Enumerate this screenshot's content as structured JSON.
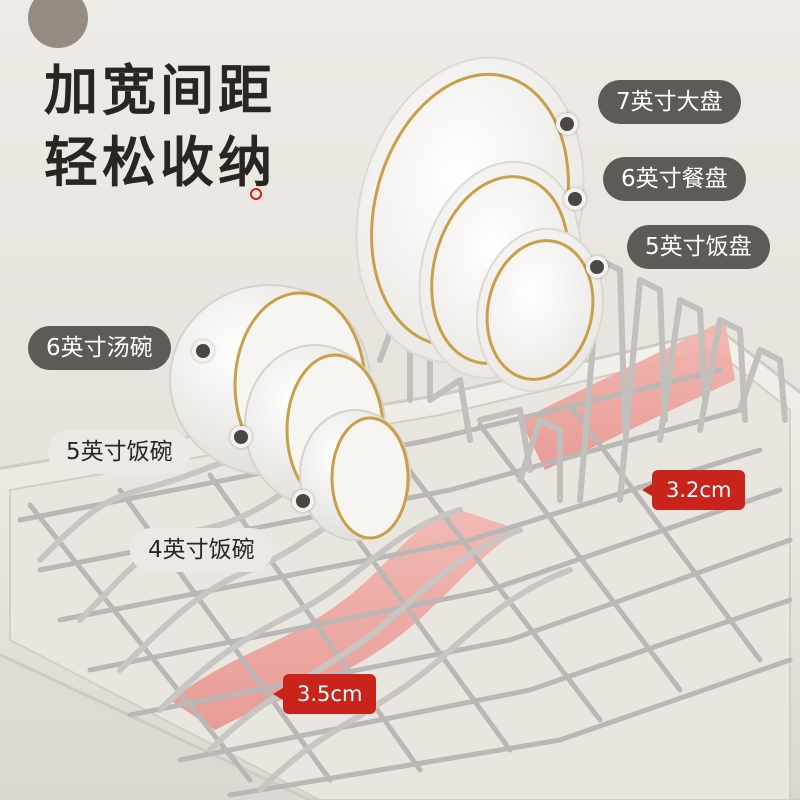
{
  "headline": {
    "line1": "加宽间距",
    "line2": "轻松收纳"
  },
  "plate_labels": [
    {
      "id": "plate-7",
      "text": "7英寸大盘"
    },
    {
      "id": "plate-6",
      "text": "6英寸餐盘"
    },
    {
      "id": "plate-5",
      "text": "5英寸饭盘"
    }
  ],
  "bowl_labels": [
    {
      "id": "bowl-6",
      "text": "6英寸汤碗"
    },
    {
      "id": "bowl-5",
      "text": "5英寸饭碗"
    },
    {
      "id": "bowl-4",
      "text": "4英寸饭碗"
    }
  ],
  "gap_labels": {
    "plate_gap": "3.2cm",
    "bowl_gap": "3.5cm"
  },
  "colors": {
    "accent_red": "#c8241c",
    "label_dark": "#5f5a56",
    "gold_rim": "#c9a04a"
  }
}
